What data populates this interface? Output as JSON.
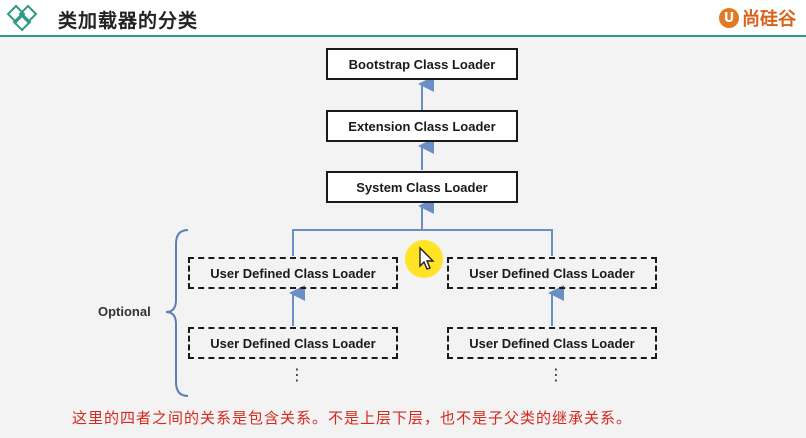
{
  "header": {
    "title": "类加载器的分类",
    "brand": "尚硅谷",
    "brand_badge": "U",
    "accent_color": "#2f9a86",
    "brand_color": "#d8631c"
  },
  "diagram": {
    "nodes": {
      "bootstrap": "Bootstrap Class Loader",
      "extension": "Extension Class Loader",
      "system": "System Class Loader",
      "user_left_1": "User Defined Class Loader",
      "user_right_1": "User Defined Class Loader",
      "user_left_2": "User Defined Class Loader",
      "user_right_2": "User Defined Class Loader"
    },
    "optional_label": "Optional",
    "ellipsis": "⋮",
    "arrow_color": "#6b8fc4"
  },
  "caption": "这里的四者之间的关系是包含关系。不是上层下层，也不是子父类的继承关系。"
}
